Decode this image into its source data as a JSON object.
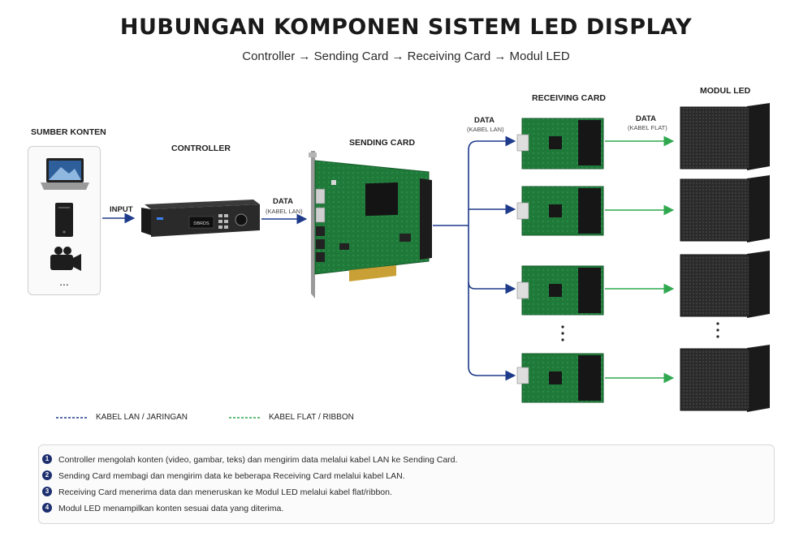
{
  "header": {
    "title": "HUBUNGAN KOMPONEN SISTEM LED DISPLAY",
    "subtitle": "Controller → Sending Card → Receiving Card → Modul LED"
  },
  "labels": {
    "source": "SUMBER KONTEN",
    "controller": "CONTROLLER",
    "sending_card": "SENDING CARD",
    "receiving_card": "RECEIVING CARD",
    "modul_led": "MODUL LED",
    "input": "INPUT",
    "data1": "DATA",
    "data1_sub": "(KABEL LAN)",
    "data2": "DATA",
    "data2_sub": "(KABEL LAN)",
    "data3": "DATA",
    "data3_sub": "(KABEL FLAT)",
    "controller_brand": "DBRDS",
    "source_more": "..."
  },
  "legend": {
    "lan": "KABEL LAN / JARINGAN",
    "flat": "KABEL FLAT / RIBBON"
  },
  "notes": [
    {
      "n": "1",
      "text": "Controller mengolah konten (video, gambar, teks) dan mengirim data melalui kabel LAN ke Sending Card."
    },
    {
      "n": "2",
      "text": "Sending Card membagi dan mengirim data ke beberapa Receiving Card melalui kabel LAN."
    },
    {
      "n": "3",
      "text": "Receiving Card menerima data dan meneruskan ke Modul LED melalui kabel flat/ribbon."
    },
    {
      "n": "4",
      "text": "Modul LED menampilkan konten sesuai data yang diterima."
    }
  ],
  "colors": {
    "lan": "#1e3a8a",
    "flat": "#2fa84f",
    "pcb": "#1f7a3a",
    "module": "#2a2a2a"
  },
  "icons": [
    "laptop-icon",
    "pc-tower-icon",
    "video-camera-icon"
  ]
}
